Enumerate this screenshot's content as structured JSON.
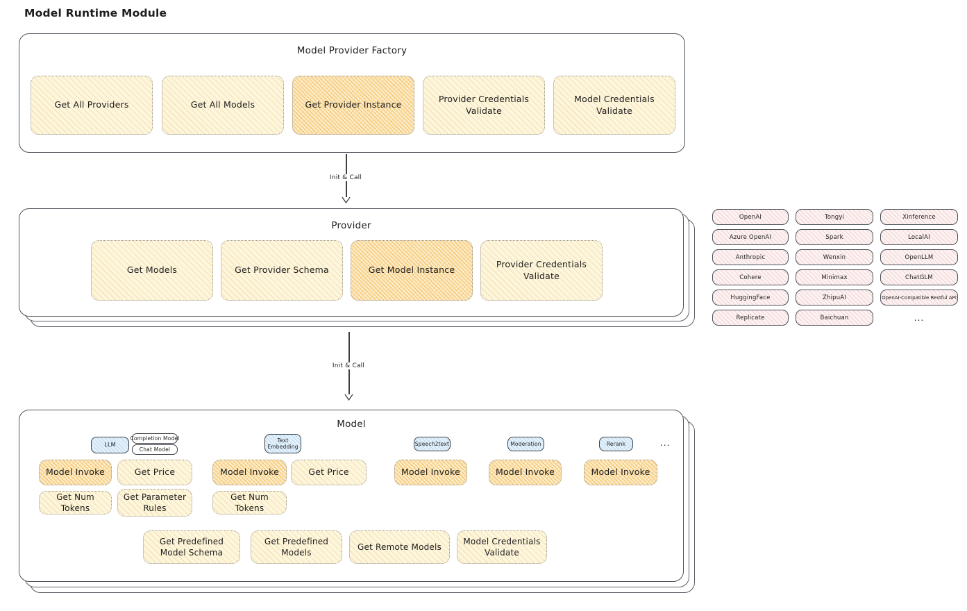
{
  "page_title": "Model Runtime Module",
  "arrows": [
    {
      "label": "Init & Call"
    },
    {
      "label": "Init & Call"
    }
  ],
  "factory": {
    "title": "Model Provider Factory",
    "methods": [
      "Get All Providers",
      "Get All Models",
      "Get Provider Instance",
      "Provider Credentials Validate",
      "Model Credentials Validate"
    ]
  },
  "provider": {
    "title": "Provider",
    "methods": [
      "Get Models",
      "Get Provider Schema",
      "Get Model Instance",
      "Provider Credentials Validate"
    ]
  },
  "provider_list": {
    "columns": [
      [
        "OpenAI",
        "Azure OpenAI",
        "Anthropic",
        "Cohere",
        "HuggingFace",
        "Replicate"
      ],
      [
        "Tongyi",
        "Spark",
        "Wenxin",
        "Minimax",
        "ZhipuAI",
        "Baichuan"
      ],
      [
        "Xinference",
        "LocalAI",
        "OpenLLM",
        "ChatGLM",
        "OpenAI-Compatible Restful API",
        "..."
      ]
    ]
  },
  "model": {
    "title": "Model",
    "more": "...",
    "llm": {
      "tab": "LLM",
      "variants": [
        "Completion Model",
        "Chat Model"
      ],
      "model_invoke": "Model Invoke",
      "get_price": "Get Price",
      "get_num_tokens": "Get Num Tokens",
      "get_parameter_rules": "Get Parameter Rules"
    },
    "text_embedding": {
      "tab": "Text Embedding",
      "model_invoke": "Model Invoke",
      "get_price": "Get Price",
      "get_num_tokens": "Get Num Tokens"
    },
    "speech2text": {
      "tab": "Speech2text",
      "model_invoke": "Model Invoke"
    },
    "moderation": {
      "tab": "Moderation",
      "model_invoke": "Model Invoke"
    },
    "rerank": {
      "tab": "Rerank",
      "model_invoke": "Model Invoke"
    },
    "common_methods": [
      "Get Predefined Model Schema",
      "Get Predefined Models",
      "Get Remote Models",
      "Model Credentials Validate"
    ]
  },
  "colors": {
    "method_fill": "#fdf6de",
    "method_hatch": "#e9ba5e",
    "highlight_fill": "#fcedcb",
    "highlight_hatch": "#f0af3e",
    "type_tab_fill": "#e4f1fb",
    "provider_item_fill": "#fcf2f2",
    "provider_item_hatch": "#dd7a7a",
    "box_border": "#4d525a"
  }
}
